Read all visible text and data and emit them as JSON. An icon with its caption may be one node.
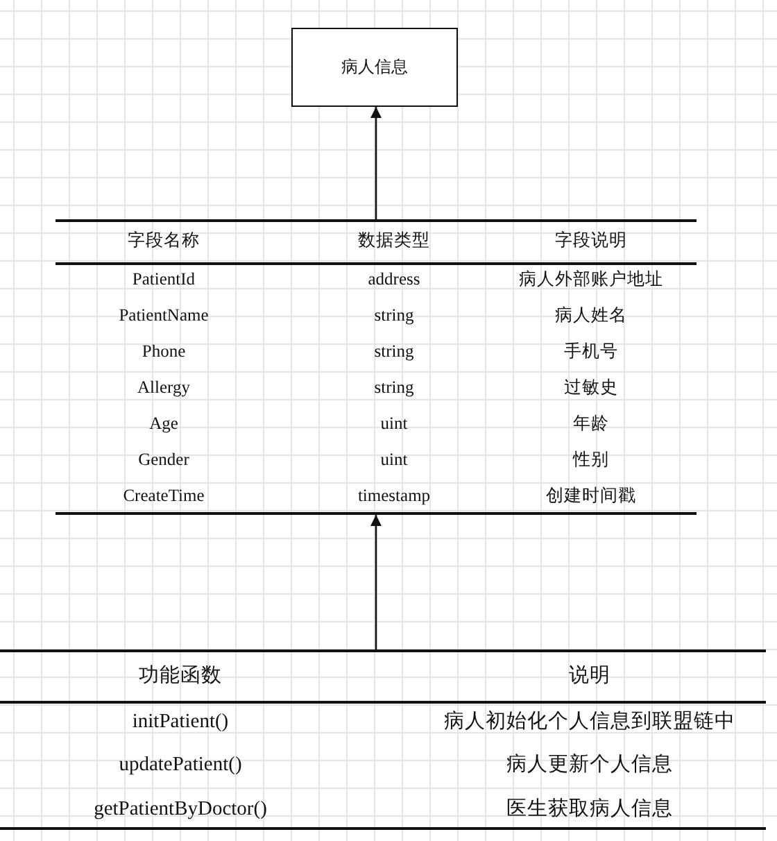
{
  "diagram": {
    "nodes": [
      {
        "text": [
          "病人信息"
        ]
      },
      {
        "text": [
          "字段名称",
          "数据类型",
          "字段说明",
          "PatientId",
          "address",
          "病人外部账户地址",
          "PatientName",
          "string",
          "病人姓名",
          "Phone",
          "string",
          "手机号",
          "Allergy",
          "string",
          "过敏史",
          "Age",
          "uint",
          "年龄",
          "Gender",
          "uint",
          "性别",
          "CreateTime",
          "timestamp",
          "创建时间戳"
        ]
      },
      {
        "text": [
          "功能函数",
          "说明",
          "initPatient()",
          "病人初始化个人信息到联盟链中",
          "updatePatient()",
          "病人更新个人信息",
          "getPatientByDoctor()",
          "医生获取病人信息"
        ]
      }
    ],
    "edges": [
      {
        "from": 1,
        "to": 0,
        "arrow": "to"
      },
      {
        "from": 2,
        "to": 1,
        "arrow": "to"
      }
    ]
  }
}
